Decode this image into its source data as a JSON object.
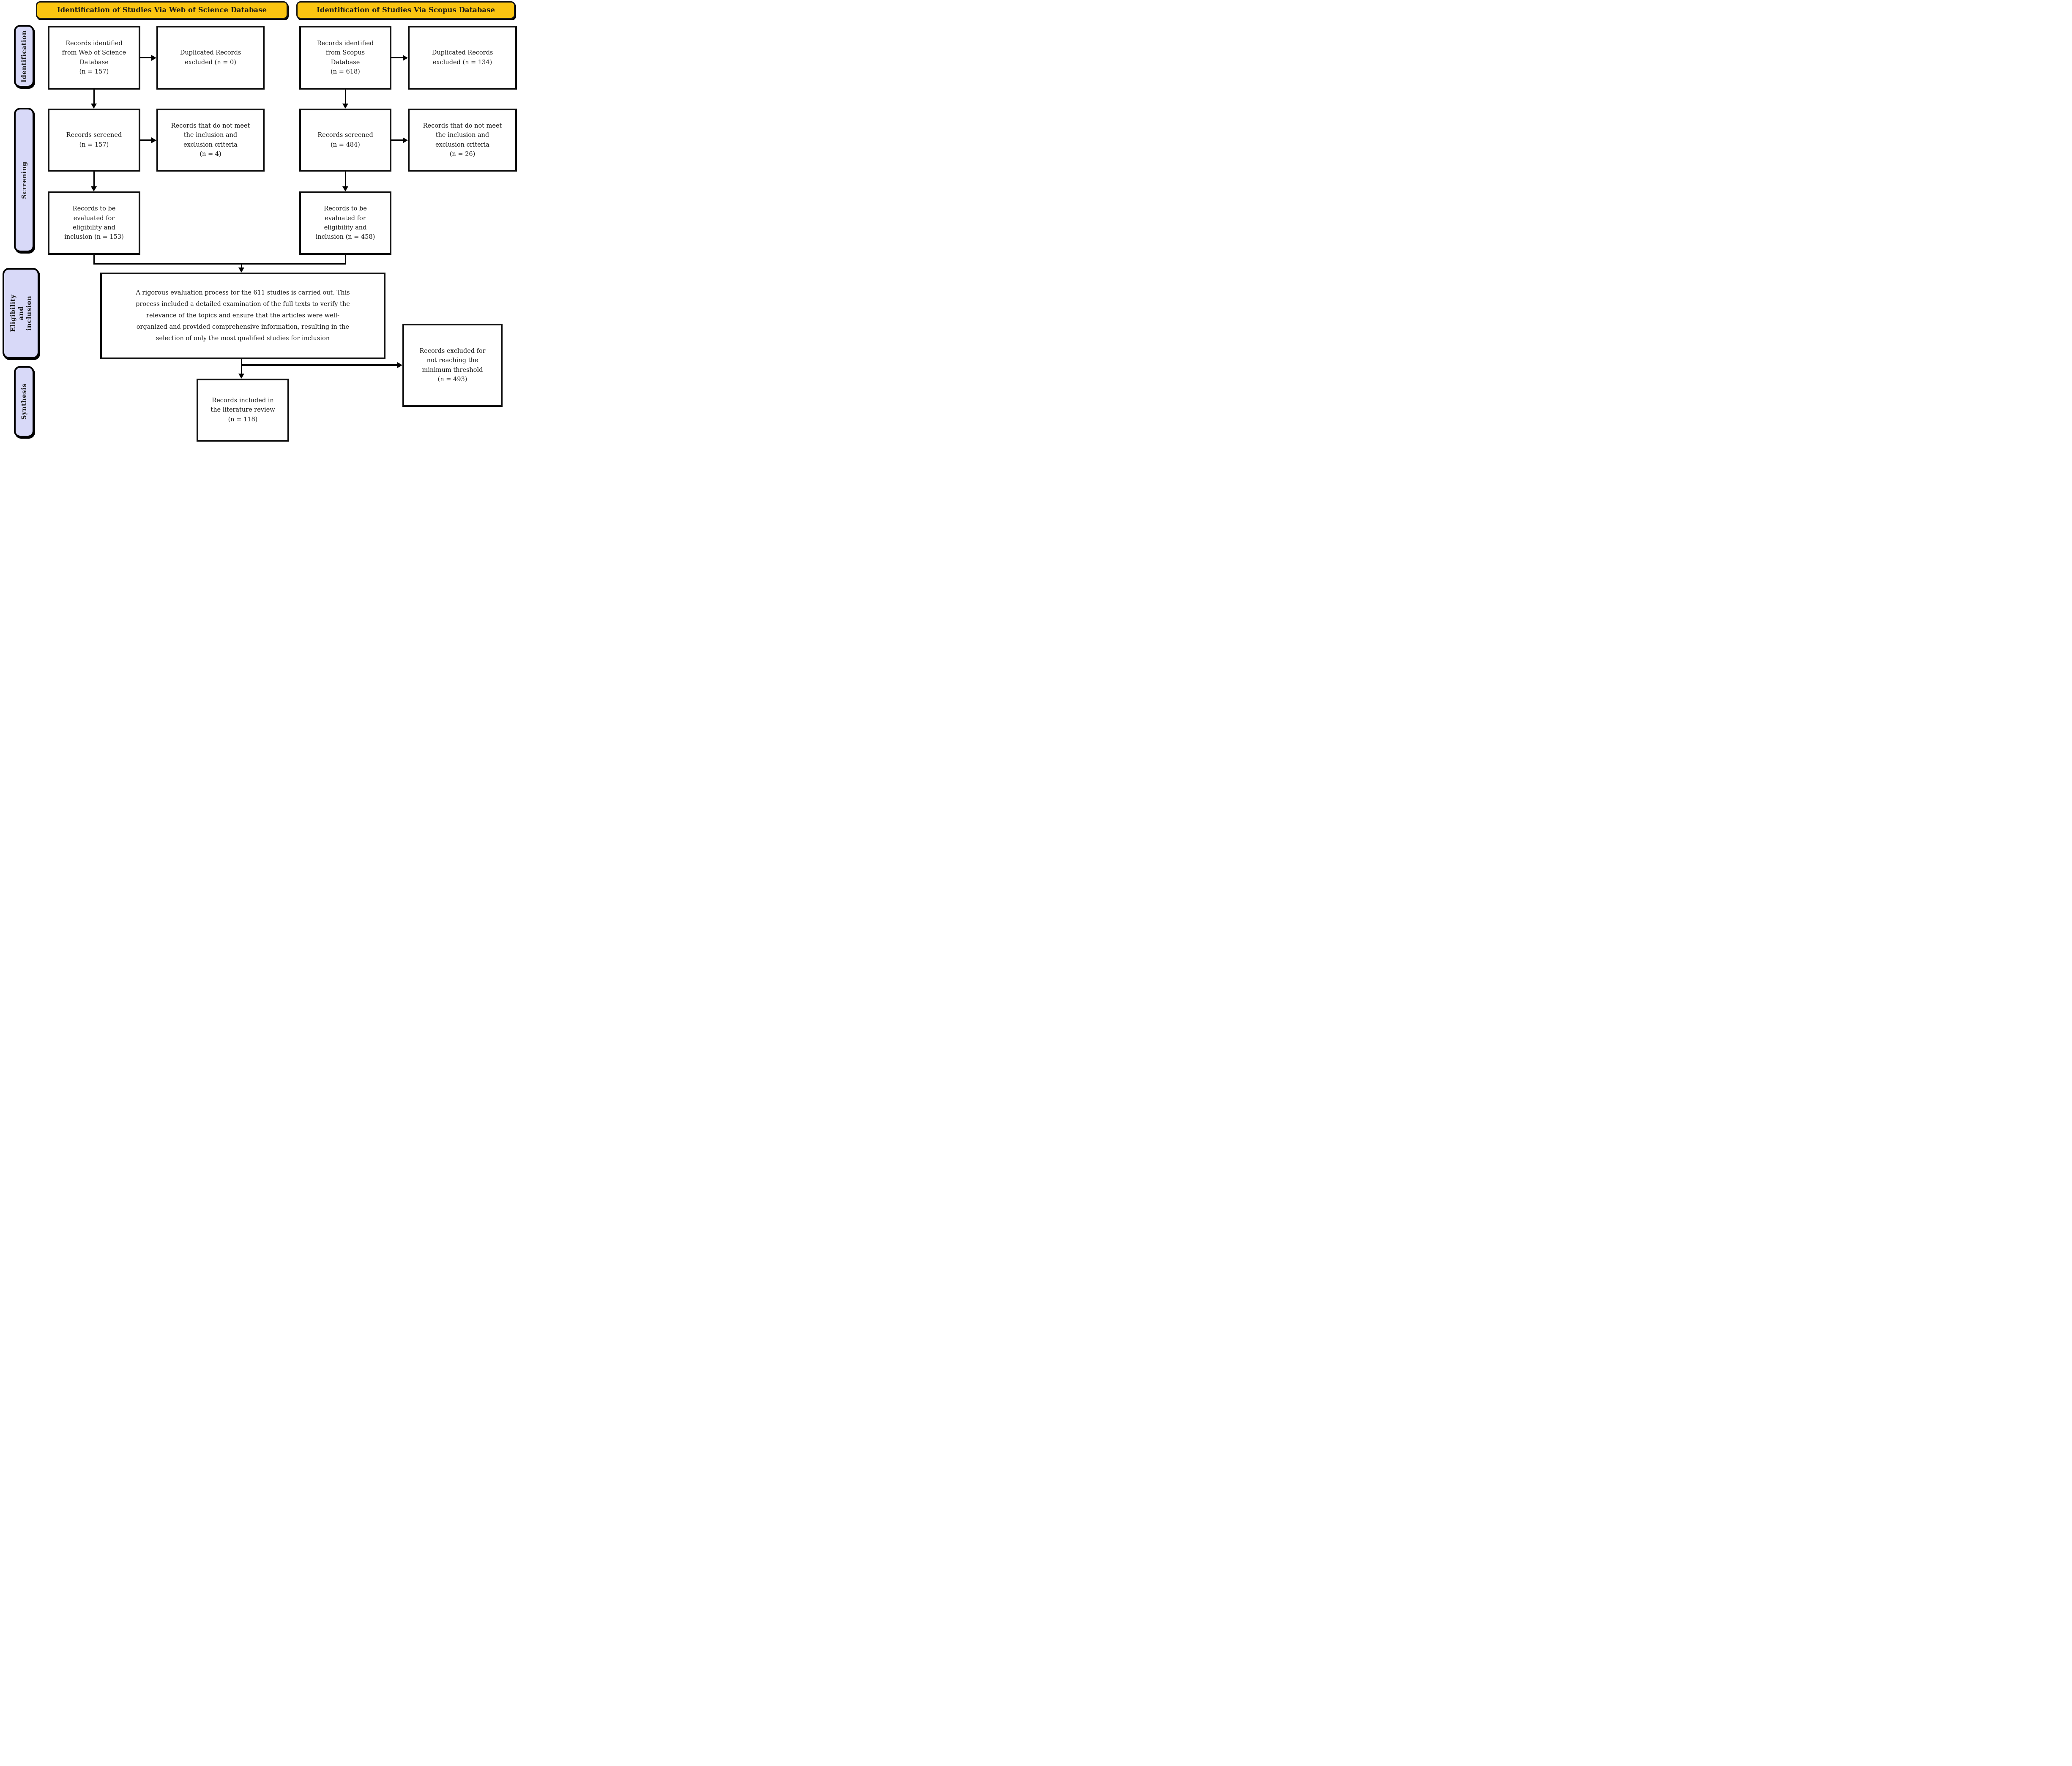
{
  "colors": {
    "header_bg": "#FBC511",
    "stage_bg": "#D8D9F8",
    "box_bg": "#FFFFFF",
    "border": "#000000",
    "text": "#1A1A1A"
  },
  "headers": {
    "web_of_science": "Identification of Studies Via Web of Science Database",
    "scopus": "Identification of Studies Via Scopus Database"
  },
  "stages": {
    "identification": "Identification",
    "screening": "Scrrening",
    "eligibility": "Eligibility and\ninclusion",
    "synthesis": "Synthesis"
  },
  "web_of_science": {
    "identified": "Records identified\nfrom Web of Science\nDatabase\n(n = 157)",
    "duplicates_excluded": "Duplicated Records\nexcluded (n = 0)",
    "screened": "Records screened\n(n = 157)",
    "not_meeting_criteria": "Records that do not meet\nthe inclusion and\nexclusion criteria\n(n = 4)",
    "to_be_evaluated": "Records to be\nevaluated for\neligibility and\ninclusion (n = 153)"
  },
  "scopus": {
    "identified": "Records identified\nfrom Scopus\nDatabase\n(n = 618)",
    "duplicates_excluded": "Duplicated Records\nexcluded  (n = 134)",
    "screened": "Records screened\n(n = 484)",
    "not_meeting_criteria": "Records that do not meet\nthe inclusion and\nexclusion criteria\n(n = 26)",
    "to_be_evaluated": "Records to be\nevaluated for\neligibility and\ninclusion (n = 458)"
  },
  "evaluation_note": "A rigorous evaluation process for the 611 studies is carried out. This\nprocess included a detailed examination of the full texts to verify the\nrelevance of the topics and ensure that the articles were well-\norganized and provided comprehensive information, resulting in the\nselection of only the most qualified studies for inclusion",
  "excluded_threshold": "Records excluded for\nnot reaching the\nminimum threshold\n(n = 493)",
  "included_review": "Records included in\nthe literature review\n(n = 118)"
}
